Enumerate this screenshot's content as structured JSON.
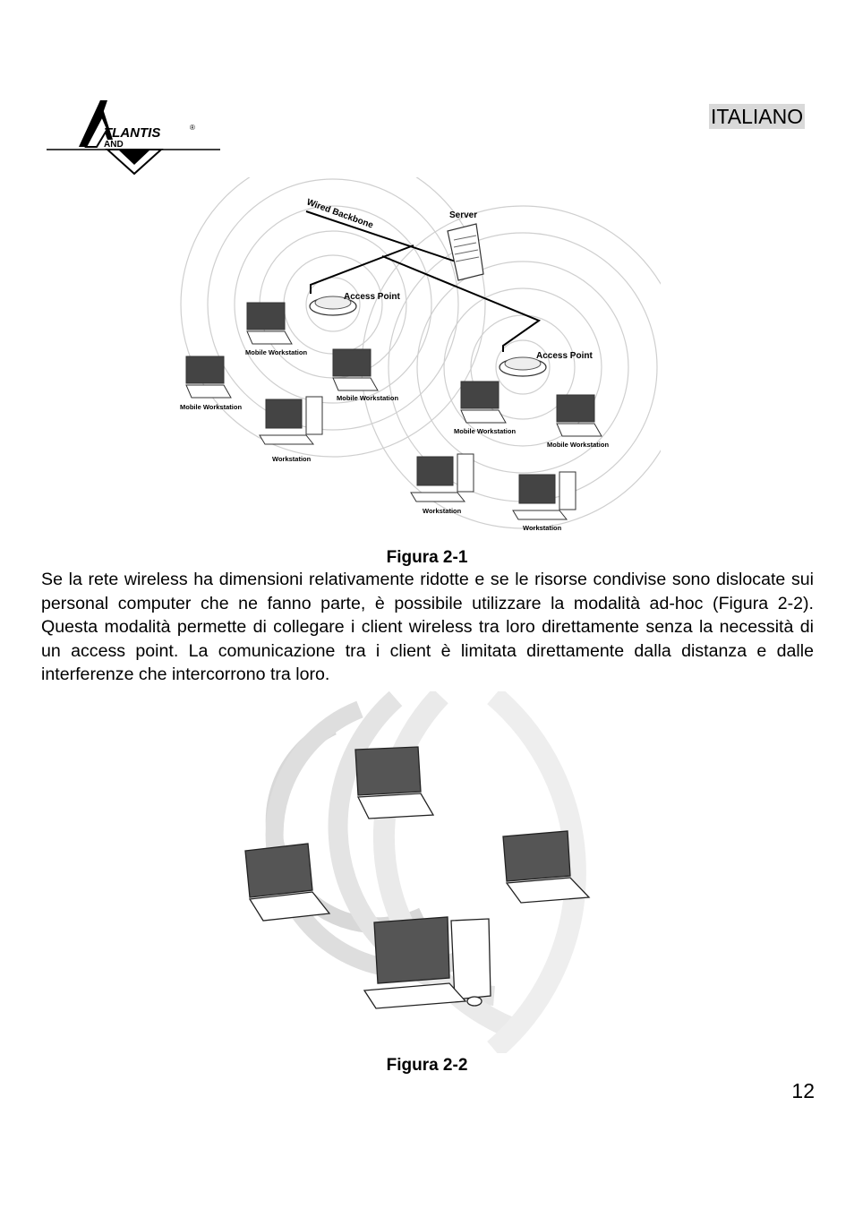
{
  "header": {
    "language": "ITALIANO",
    "logo_text": "ATLANTIS AND"
  },
  "figure1": {
    "labels": {
      "backbone": "Wired Backbone",
      "server": "Server",
      "ap1": "Access Point",
      "ap2": "Access Point",
      "mw1": "Mobile Workstation",
      "mw2": "Mobile Workstation",
      "mw3": "Mobile Workstation",
      "mw4": "Mobile Workstation",
      "mw5": "Mobile Workstation",
      "ws1": "Workstation",
      "ws2": "Workstation",
      "ws3": "Workstation"
    },
    "caption": "Figura 2-1"
  },
  "paragraph": "Se la rete wireless ha dimensioni relativamente ridotte e se le risorse condivise sono dislocate sui personal computer che ne fanno parte, è possibile utilizzare la modalità ad-hoc (Figura 2-2).  Questa modalità permette di collegare i client wireless tra loro direttamente senza la necessità di un access point. La comunicazione tra i client è limitata direttamente dalla distanza e dalle interferenze che intercorrono tra loro.",
  "figure2": {
    "caption": "Figura 2-2"
  },
  "page_number": "12"
}
